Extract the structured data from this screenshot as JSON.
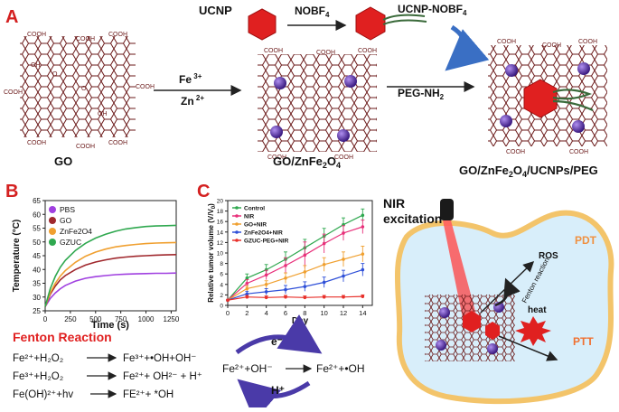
{
  "panels": {
    "a": "A",
    "b": "B",
    "c": "C"
  },
  "panel_a": {
    "ucnp_label": "UCNP",
    "nobf4_label": "NOBF",
    "nobf4_sub": "4",
    "ucnp_nobf4_label": "UCNP-NOBF",
    "ucnp_nobf4_sub": "4",
    "reagent_fe": "Fe",
    "reagent_fe_sup": " 3+",
    "reagent_zn": "Zn",
    "reagent_zn_sup": " 2+",
    "peg_label": "PEG-NH",
    "peg_sub": "2",
    "go_label": "GO",
    "go_zn_label": "GO/ZnFe",
    "go_zn_sub": "2",
    "go_zn_o": "O",
    "go_zn_sub2": "4",
    "final_label_1": "GO/ZnFe",
    "final_sub_1": "2",
    "final_o": "O",
    "final_sub_2": "4",
    "final_label_2": "/UCNPs/PEG",
    "cooh": "COOH",
    "oh": "OH",
    "o": "O"
  },
  "chart_b": {
    "ylabel": "Temperature (°C)",
    "xlabel": "Time (s)",
    "legend": [
      "PBS",
      "GO",
      "ZnFe2O4",
      "GZUC"
    ]
  },
  "chart_c": {
    "ylabel": "Relative tumor volume (V/V",
    "ylabel_sub": "0",
    "ylabel_end": ")",
    "xlabel": "Day",
    "legend": [
      "Control",
      "NIR",
      "GO+NIR",
      "ZnFe2O4+NIR",
      "GZUC-PEG+NIR"
    ]
  },
  "chart_data": [
    {
      "type": "line",
      "xlabel": "Time (s)",
      "ylabel": "Temperature (°C)",
      "xlim": [
        0,
        1300
      ],
      "ylim": [
        25,
        65
      ],
      "xticks": [
        0,
        250,
        500,
        750,
        1000,
        1250
      ],
      "yticks": [
        25,
        30,
        35,
        40,
        45,
        50,
        55,
        60,
        65
      ],
      "x": [
        0,
        50,
        100,
        150,
        200,
        300,
        400,
        500,
        600,
        700,
        800,
        900,
        1000,
        1100,
        1200,
        1300
      ],
      "series": [
        {
          "name": "PBS",
          "color": "#a040e0",
          "values": [
            26.5,
            29.5,
            31.5,
            33.0,
            34.2,
            35.8,
            36.8,
            37.4,
            37.8,
            38.1,
            38.3,
            38.4,
            38.5,
            38.6,
            38.6,
            38.7
          ]
        },
        {
          "name": "GO",
          "color": "#a0282d",
          "values": [
            26.5,
            31.0,
            34.0,
            36.2,
            37.8,
            40.0,
            41.6,
            42.7,
            43.5,
            44.1,
            44.5,
            44.8,
            45.0,
            45.2,
            45.3,
            45.4
          ]
        },
        {
          "name": "ZnFe2O4",
          "color": "#f0a030",
          "values": [
            26.5,
            31.5,
            35.0,
            37.6,
            39.6,
            42.6,
            44.8,
            46.3,
            47.4,
            48.2,
            48.7,
            49.1,
            49.4,
            49.6,
            49.7,
            49.8
          ]
        },
        {
          "name": "GZUC",
          "color": "#2fa84f",
          "values": [
            26.5,
            33.0,
            37.5,
            40.8,
            43.3,
            46.9,
            49.5,
            51.4,
            52.8,
            53.9,
            54.7,
            55.2,
            55.6,
            55.8,
            55.9,
            56.0
          ]
        }
      ]
    },
    {
      "type": "line",
      "xlabel": "Day",
      "ylabel": "Relative tumor volume (V/V0)",
      "xlim": [
        0,
        15
      ],
      "ylim": [
        0,
        20
      ],
      "xticks": [
        0,
        2,
        4,
        6,
        8,
        10,
        12,
        14
      ],
      "yticks": [
        0,
        2,
        4,
        6,
        8,
        10,
        12,
        14,
        16,
        18,
        20
      ],
      "x": [
        0,
        2,
        4,
        6,
        8,
        10,
        12,
        14
      ],
      "series": [
        {
          "name": "Control",
          "color": "#2fa84f",
          "values": [
            1,
            5.2,
            6.8,
            8.8,
            11.0,
            13.2,
            15.4,
            17.2
          ],
          "err": [
            0,
            0.8,
            1.0,
            1.4,
            1.6,
            1.5,
            1.3,
            1.2
          ]
        },
        {
          "name": "NIR",
          "color": "#e8307a",
          "values": [
            1,
            4.2,
            5.8,
            7.6,
            9.6,
            11.8,
            13.8,
            15.0
          ],
          "err": [
            0,
            0.7,
            0.9,
            1.5,
            2.5,
            1.8,
            1.4,
            1.3
          ]
        },
        {
          "name": "GO+NIR",
          "color": "#f0a030",
          "values": [
            1,
            3.2,
            4.0,
            5.2,
            6.4,
            7.8,
            8.8,
            9.8
          ],
          "err": [
            0,
            0.5,
            0.7,
            1.0,
            1.2,
            1.3,
            1.4,
            1.5
          ]
        },
        {
          "name": "ZnFe2O4+NIR",
          "color": "#2f50d8",
          "values": [
            1,
            2.2,
            2.6,
            3.0,
            3.6,
            4.4,
            5.6,
            6.8
          ],
          "err": [
            0,
            0.5,
            0.6,
            0.8,
            0.9,
            1.0,
            1.1,
            1.2
          ]
        },
        {
          "name": "GZUC-PEG+NIR",
          "color": "#e8302a",
          "values": [
            1,
            1.6,
            1.5,
            1.6,
            1.5,
            1.6,
            1.6,
            1.7
          ],
          "err": [
            0,
            0.3,
            0.3,
            0.3,
            0.3,
            0.3,
            0.3,
            0.3
          ]
        }
      ]
    }
  ],
  "fenton": {
    "title": "Fenton Reaction",
    "eq1_left": "Fe²⁺+H₂O₂",
    "eq1_right": "Fe³⁺+•OH+OH⁻",
    "eq2_left": "Fe³⁺+H₂O₂",
    "eq2_right": "Fe²⁺+ OH²⁻ + H⁺",
    "eq3_left": "Fe(OH)²⁺+hv",
    "eq3_right": "FE²⁺+ *OH",
    "cycle_e": "e⁻",
    "cycle_left": "Fe²⁺+OH⁻",
    "cycle_right": "Fe²⁺+•OH",
    "cycle_h": "H⁺"
  },
  "cell": {
    "nir_1": "NIR",
    "nir_2": "excitation",
    "ros": "ROS",
    "pdt": "PDT",
    "fenton": "Fenton reaction",
    "heat": "heat",
    "ptt": "PTT"
  },
  "colors": {
    "panel_letter": "#d42020",
    "structure": "#6b1a1a",
    "ucnp": "#e02020",
    "sphere": "#5a2fa0",
    "cell_fill": "#d8eefa",
    "cell_border": "#f3c46a",
    "pdt": "#f09040",
    "ptt": "#f07030",
    "blue_arrow": "#3a6fc4",
    "fenton_title": "#e02020",
    "cycle_arrow": "#4a3aa8"
  }
}
